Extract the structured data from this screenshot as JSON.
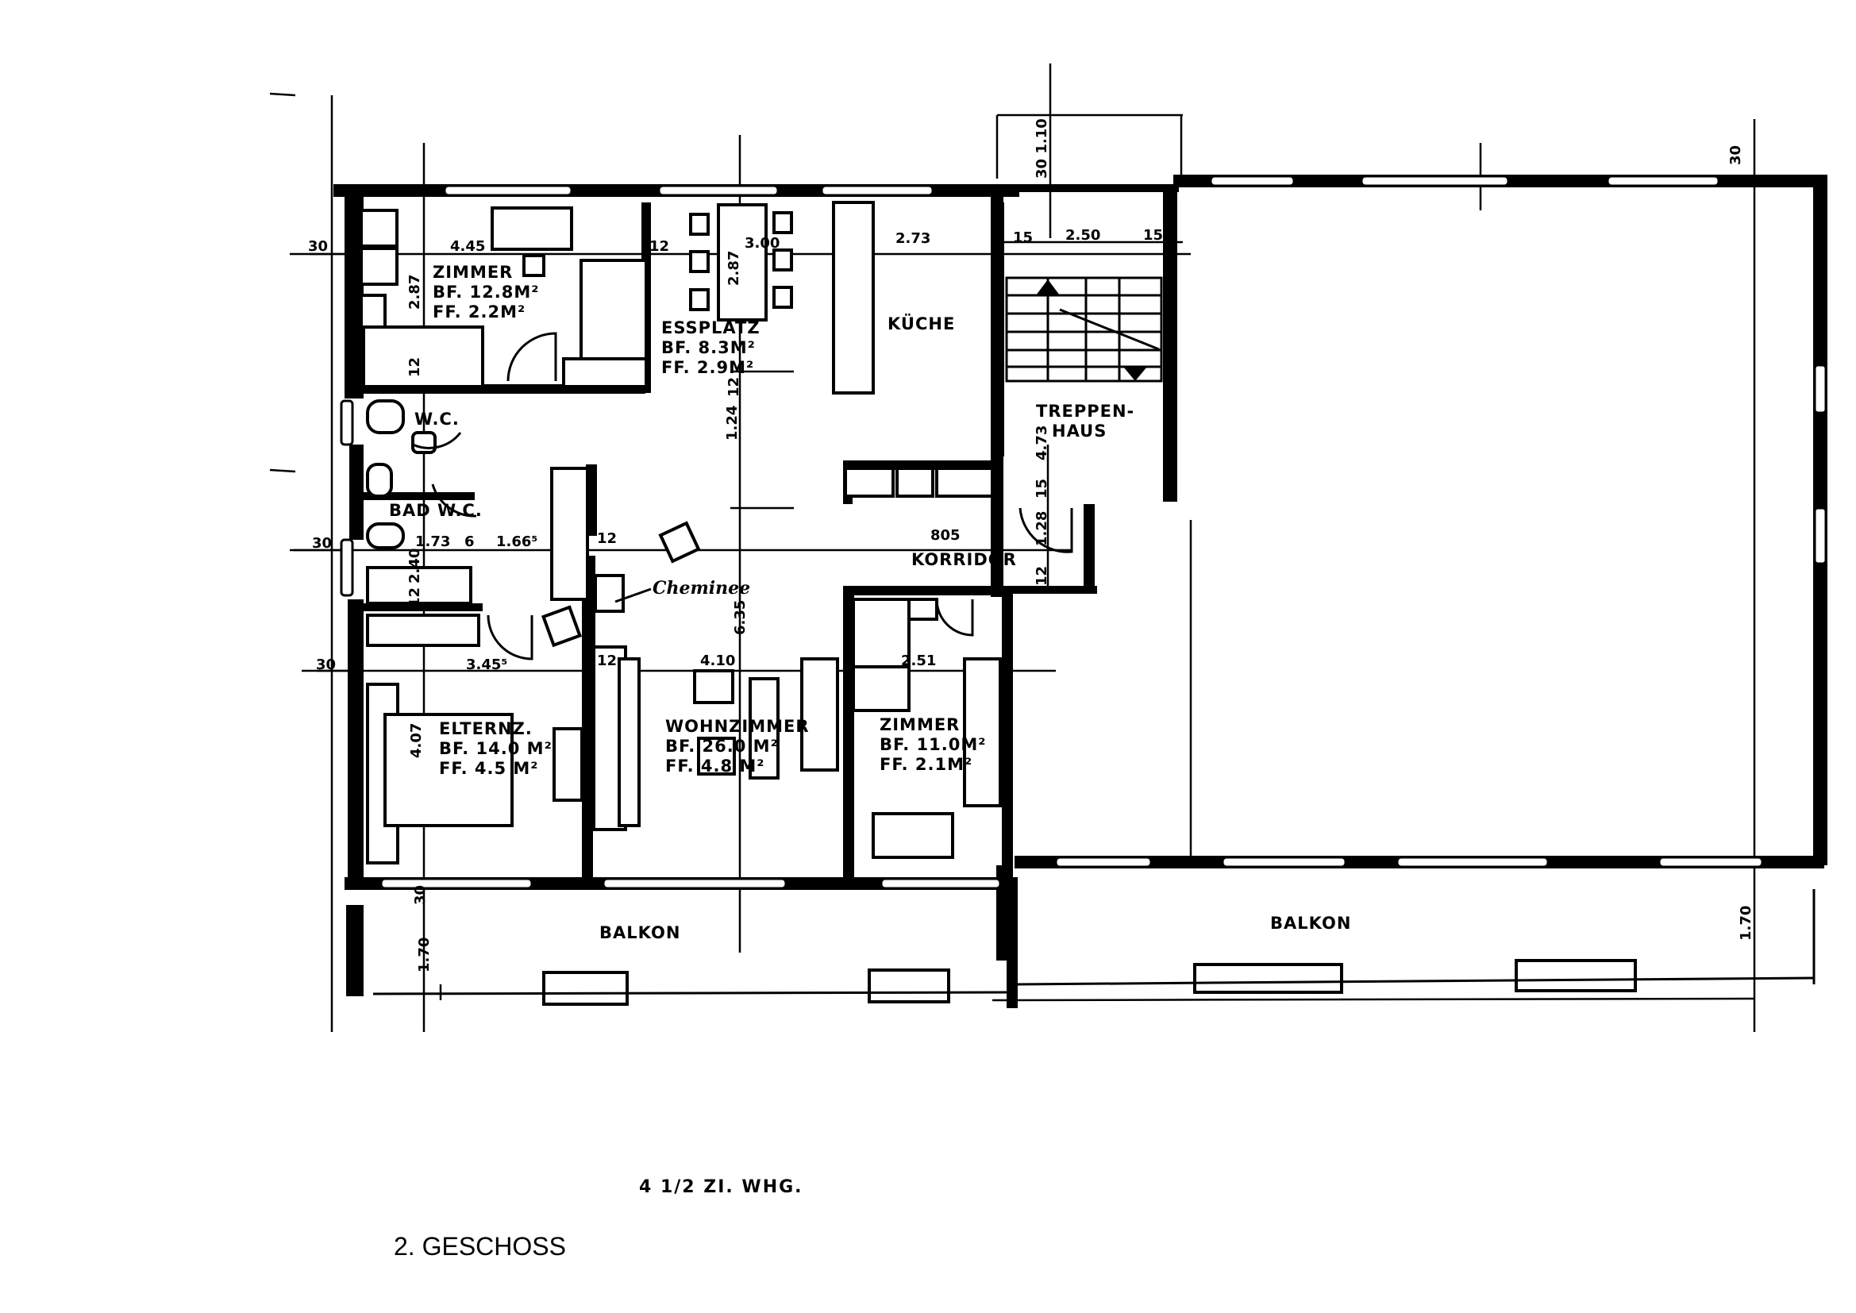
{
  "plan": {
    "title": "4 1/2 ZI. WHG.",
    "floor": "2. GESCHOSS",
    "rooms": [
      {
        "name": "ZIMMER",
        "bf": "BF. 12.8M²",
        "ff": "FF. 2.2M²"
      },
      {
        "name": "ESSPLATZ",
        "bf": "BF. 8.3M²",
        "ff": "FF. 2.9M²"
      },
      {
        "name": "KÜCHE"
      },
      {
        "name": "TREPPEN-",
        "name2": "HAUS"
      },
      {
        "name": "W.C."
      },
      {
        "name": "BAD W.C."
      },
      {
        "name": "KORRIDOR"
      },
      {
        "name": "ELTERNZ.",
        "bf": "BF. 14.0 M²",
        "ff": "FF. 4.5 M²"
      },
      {
        "name": "WOHNZIMMER",
        "bf": "BF. 26.0 M²",
        "ff": "FF. 4.8 M²"
      },
      {
        "name": "ZIMMER",
        "bf": "BF. 11.0M²",
        "ff": "FF. 2.1M²"
      },
      {
        "name": "BALKON"
      },
      {
        "name": "BALKON"
      }
    ],
    "annotations": {
      "cheminee": "Cheminee"
    },
    "dimensions": {
      "d_30_top_left": "30",
      "d_445": "4.45",
      "d_12_a": "12",
      "d_300": "3.00",
      "d_273": "2.73",
      "d_15_a": "15",
      "d_250": "2.50",
      "d_15_b": "15",
      "d_30_110": "30 1.10",
      "d_30_right": "30",
      "d_287_a": "2.87",
      "d_287_b": "2.87",
      "d_12_b": "12",
      "d_12_c": "12",
      "d_124": "1.24",
      "d_473": "4.73",
      "d_15_c": "15",
      "d_128": "1.28",
      "d_12_d": "12",
      "d_805": "805",
      "d_30_mid_left": "30",
      "d_173": "1.73",
      "d_6": "6",
      "d_1665": "1.66⁵",
      "d_12_e": "12",
      "d_240": "2.40",
      "d_12_f": "12",
      "d_635": "6.35",
      "d_30_low_left": "30",
      "d_3455": "3.45⁵",
      "d_12_g": "12",
      "d_410": "4.10",
      "d_251": "2.51",
      "d_407": "4.07",
      "d_30_balk": "30",
      "d_170_a": "1.70",
      "d_170_b": "1.70"
    }
  }
}
